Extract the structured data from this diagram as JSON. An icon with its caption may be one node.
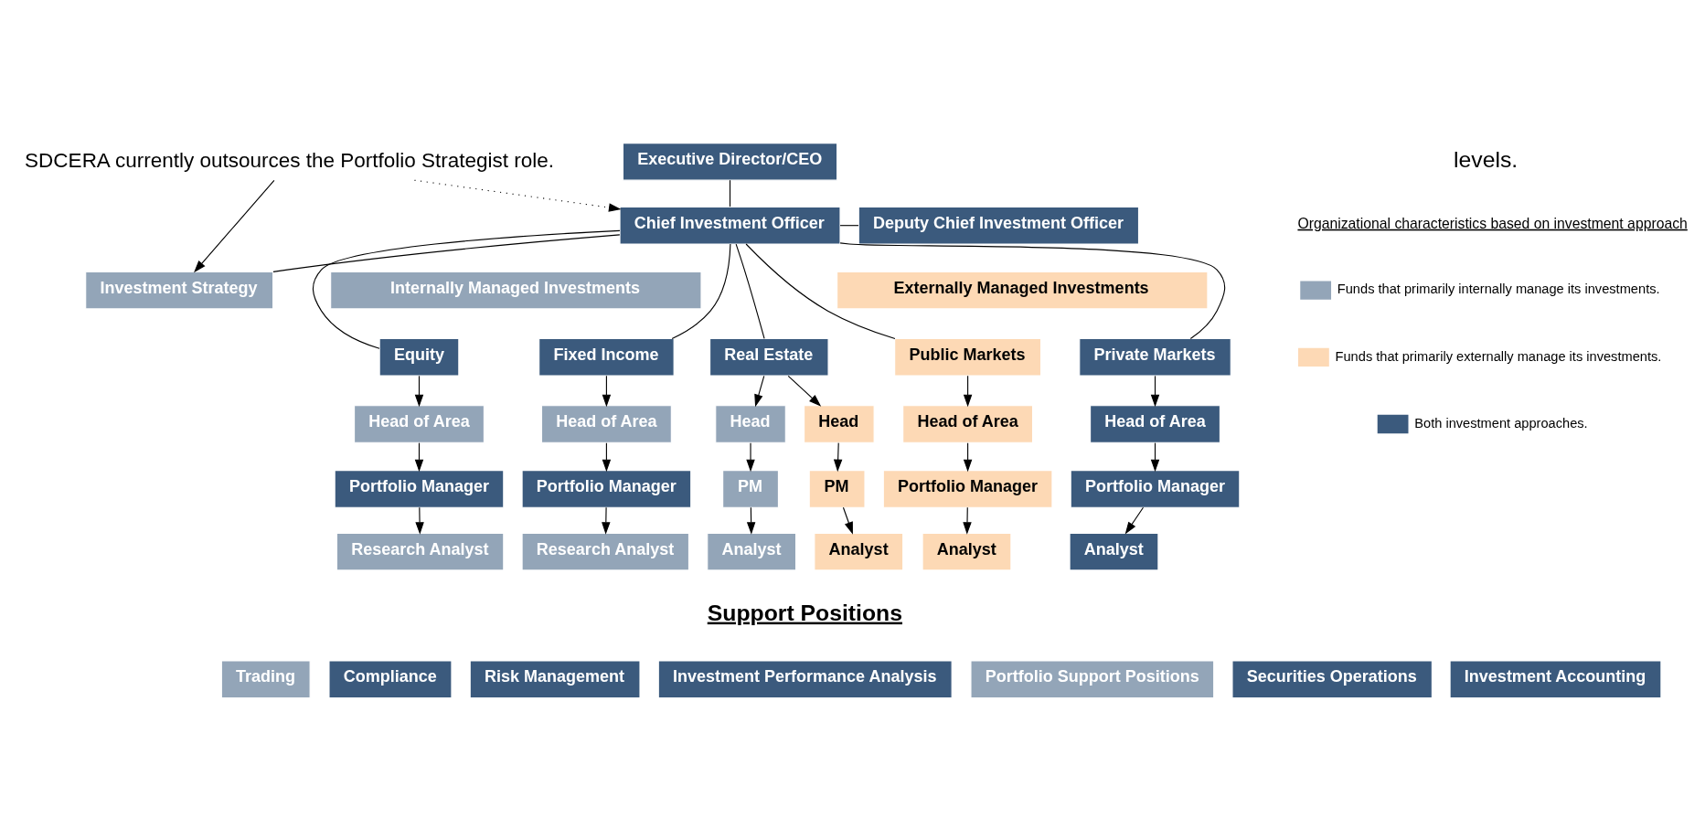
{
  "diagram": {
    "nodes": [
      {
        "text": [
          "Executive Director/CEO"
        ]
      },
      {
        "text": [
          "Chief Investment Officer"
        ]
      },
      {
        "text": [
          "Deputy Chief Investment Officer"
        ]
      },
      {
        "text": [
          "Internally Managed Investments"
        ]
      },
      {
        "text": [
          "Externally Managed Investments"
        ]
      },
      {
        "text": [
          "Investment Strategy"
        ]
      },
      {
        "text": [
          "Equity"
        ]
      },
      {
        "text": [
          "Head of Area"
        ]
      },
      {
        "text": [
          "Portfolio Manager"
        ]
      },
      {
        "text": [
          "Research Analyst"
        ]
      },
      {
        "text": [
          "Fixed Income"
        ]
      },
      {
        "text": [
          "Head of Area"
        ]
      },
      {
        "text": [
          "Portfolio Manager"
        ]
      },
      {
        "text": [
          "Research Analyst"
        ]
      },
      {
        "text": [
          "Real Estate"
        ]
      },
      {
        "text": [
          "Head"
        ]
      },
      {
        "text": [
          "PM"
        ]
      },
      {
        "text": [
          "Analyst"
        ]
      },
      {
        "text": [
          "Head"
        ]
      },
      {
        "text": [
          "PM"
        ]
      },
      {
        "text": [
          "Analyst"
        ]
      },
      {
        "text": [
          "Public Markets"
        ]
      },
      {
        "text": [
          "Head of Area"
        ]
      },
      {
        "text": [
          "Portfolio Manager"
        ]
      },
      {
        "text": [
          "Analyst"
        ]
      },
      {
        "text": [
          "Private Markets"
        ]
      },
      {
        "text": [
          "Head of Area"
        ]
      },
      {
        "text": [
          "Portfolio Manager"
        ]
      },
      {
        "text": [
          "Analyst"
        ]
      },
      {
        "text": [
          "SDCERA currently outsources the Portfolio Strategist role."
        ]
      },
      {
        "text": [
          "Trading"
        ]
      },
      {
        "text": [
          "Compliance"
        ]
      },
      {
        "text": [
          "Risk Management"
        ]
      },
      {
        "text": [
          "Investment Performance Analysis"
        ]
      },
      {
        "text": [
          "Portfolio Support Positions"
        ]
      },
      {
        "text": [
          "Securities Operations"
        ]
      },
      {
        "text": [
          "Investment Accounting"
        ]
      }
    ],
    "edges": [
      {
        "from": 0,
        "to": 1,
        "arrow": "none"
      },
      {
        "from": 1,
        "to": 2,
        "arrow": "none"
      },
      {
        "from": 1,
        "to": 6,
        "arrow": "none"
      },
      {
        "from": 1,
        "to": 10,
        "arrow": "none"
      },
      {
        "from": 1,
        "to": 14,
        "arrow": "none"
      },
      {
        "from": 1,
        "to": 21,
        "arrow": "none"
      },
      {
        "from": 1,
        "to": 25,
        "arrow": "none"
      },
      {
        "from": 1,
        "to": 5,
        "arrow": "none"
      },
      {
        "from": 6,
        "to": 7,
        "arrow": "to"
      },
      {
        "from": 7,
        "to": 8,
        "arrow": "to"
      },
      {
        "from": 8,
        "to": 9,
        "arrow": "to"
      },
      {
        "from": 10,
        "to": 11,
        "arrow": "to"
      },
      {
        "from": 11,
        "to": 12,
        "arrow": "to"
      },
      {
        "from": 12,
        "to": 13,
        "arrow": "to"
      },
      {
        "from": 14,
        "to": 15,
        "arrow": "to"
      },
      {
        "from": 15,
        "to": 16,
        "arrow": "to"
      },
      {
        "from": 16,
        "to": 17,
        "arrow": "to"
      },
      {
        "from": 14,
        "to": 18,
        "arrow": "to"
      },
      {
        "from": 18,
        "to": 19,
        "arrow": "to"
      },
      {
        "from": 19,
        "to": 20,
        "arrow": "to"
      },
      {
        "from": 21,
        "to": 22,
        "arrow": "to"
      },
      {
        "from": 22,
        "to": 23,
        "arrow": "to"
      },
      {
        "from": 23,
        "to": 24,
        "arrow": "to"
      },
      {
        "from": 25,
        "to": 26,
        "arrow": "to"
      },
      {
        "from": 26,
        "to": 27,
        "arrow": "to"
      },
      {
        "from": 27,
        "to": 28,
        "arrow": "to"
      },
      {
        "from": 29,
        "to": 1,
        "arrow": "to",
        "style": "dashed"
      },
      {
        "from": 29,
        "to": 5,
        "arrow": "to"
      }
    ],
    "labels": [
      "levels.",
      "Organizational characteristics based on investment approach",
      "Support Positions"
    ],
    "legend": [
      {
        "text": "Funds that primarily internally manage its investments.",
        "color": "#93a5b8"
      },
      {
        "text": "Funds that primarily externally manage its investments.",
        "color": "#fdd9b5"
      },
      {
        "text": "Both investment approaches.",
        "color": "#3b5a7d"
      }
    ]
  }
}
